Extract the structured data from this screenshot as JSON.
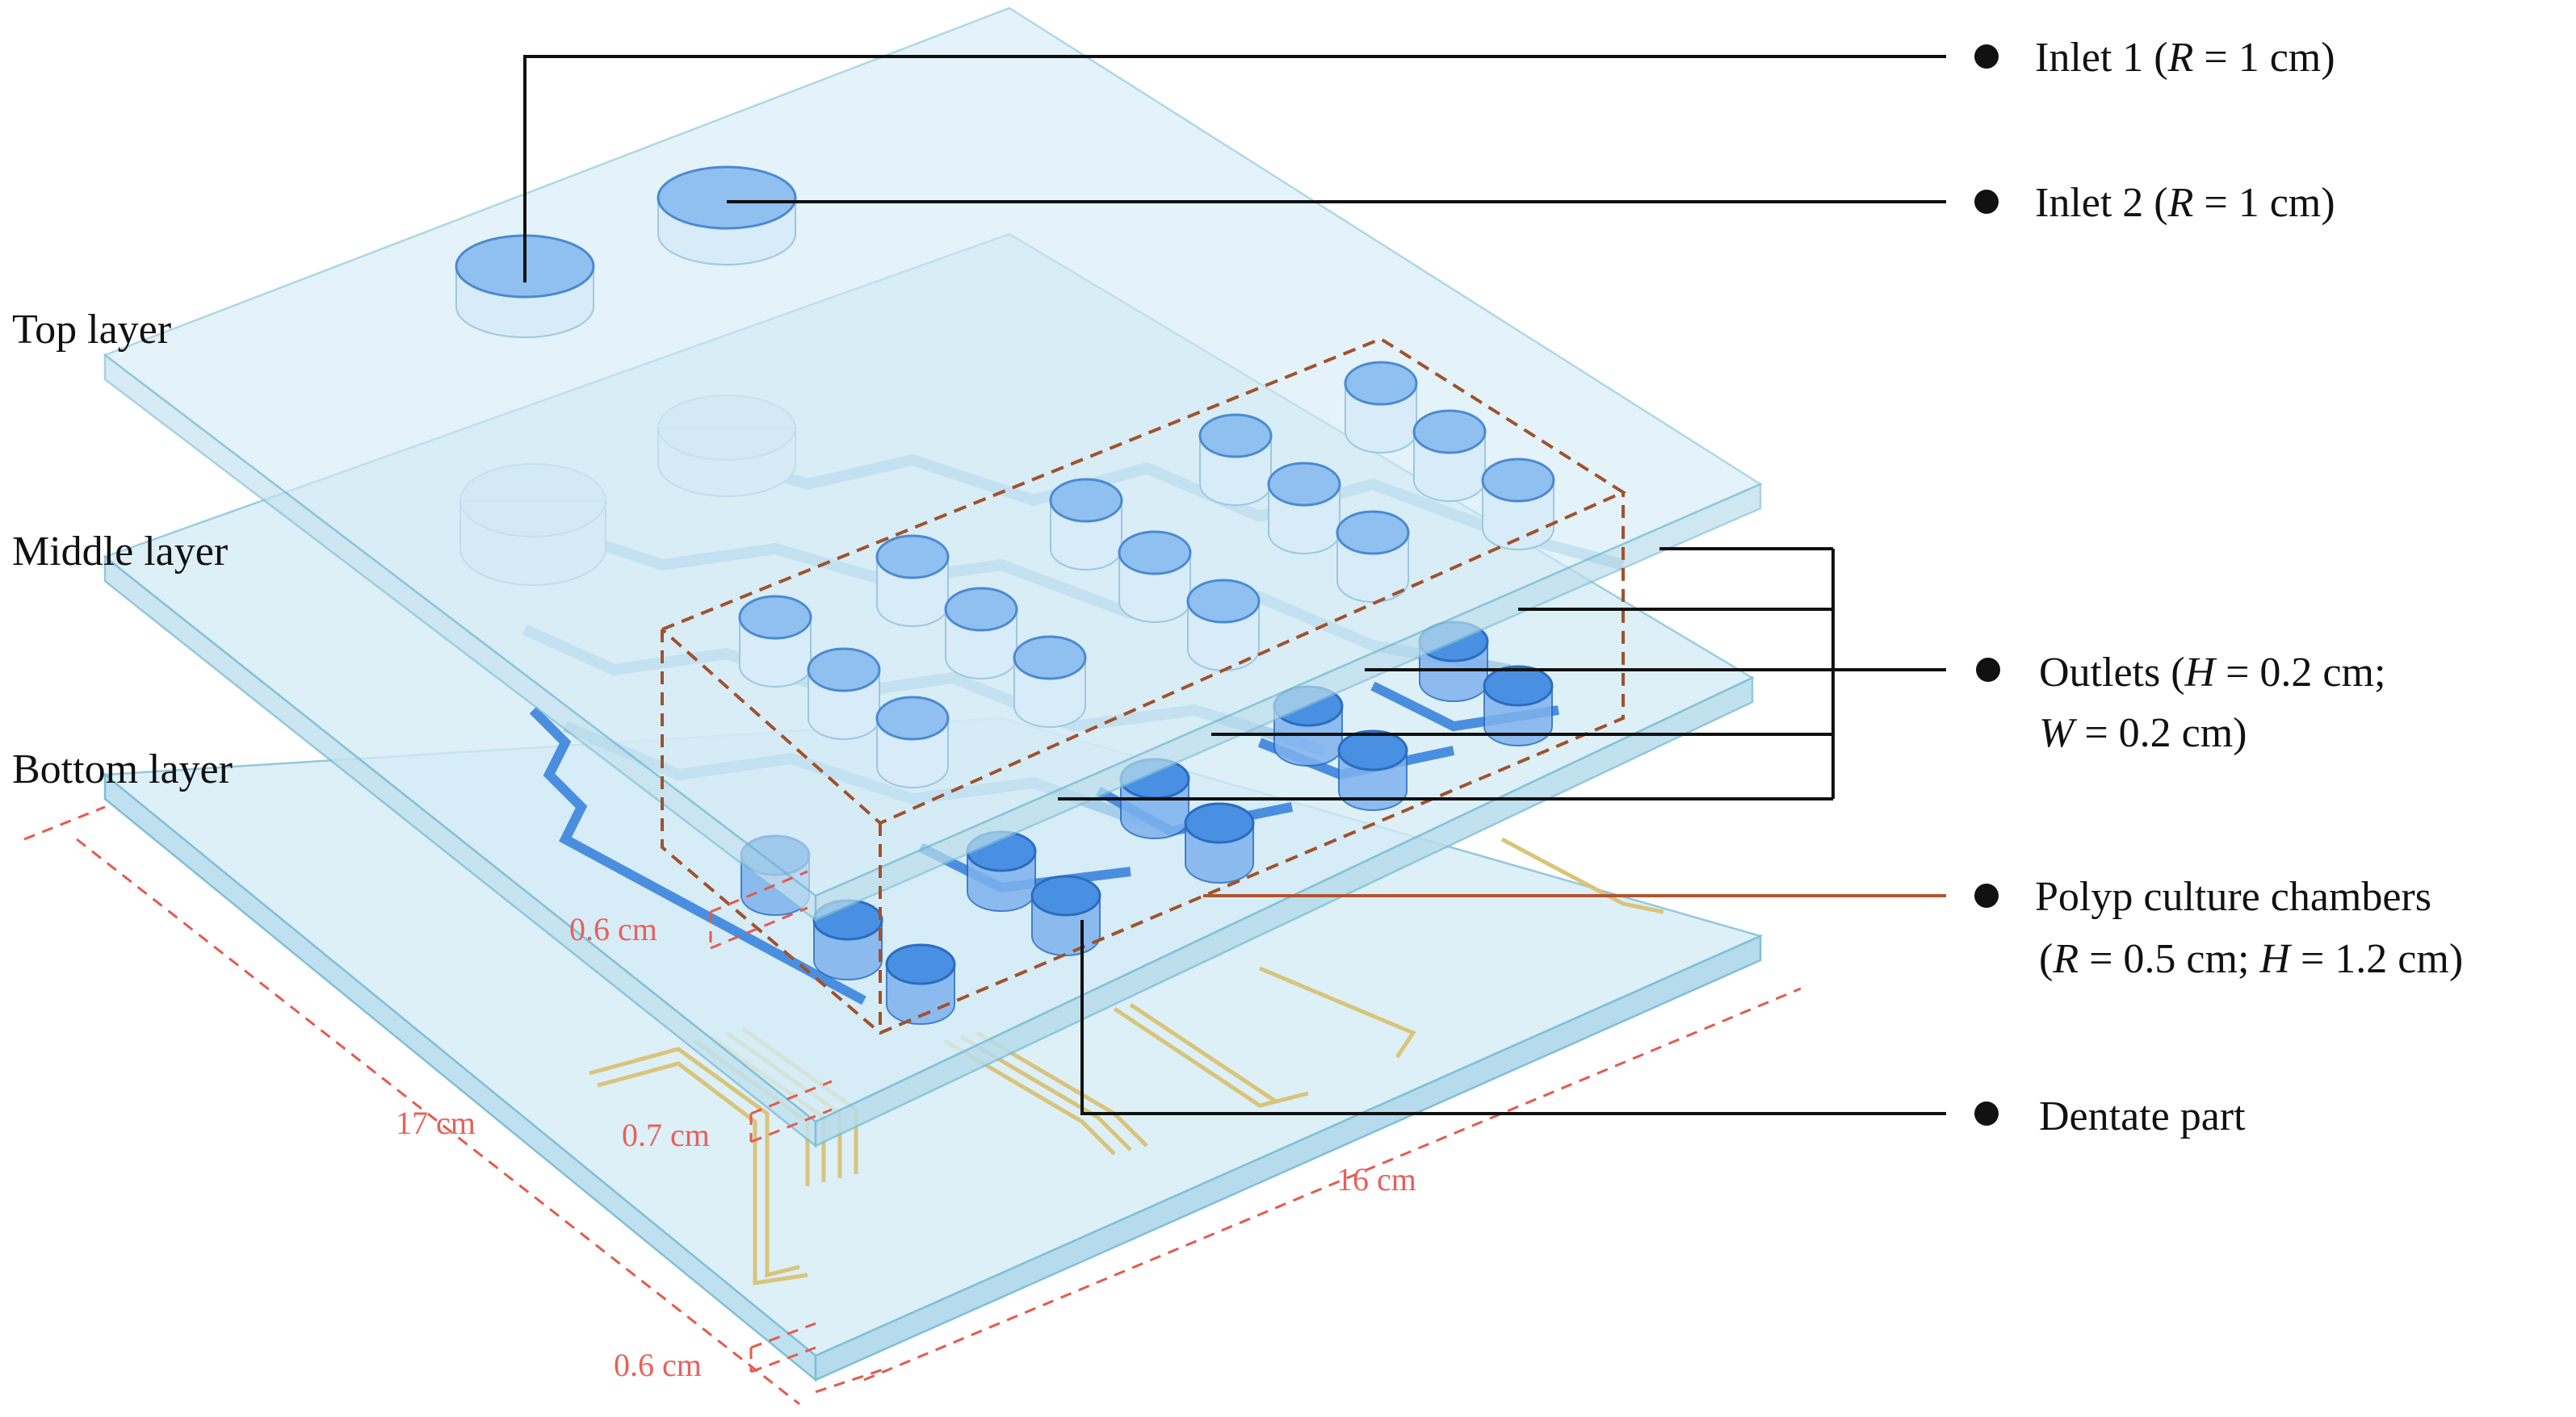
{
  "layers": {
    "top": "Top layer",
    "middle": "Middle layer",
    "bottom": "Bottom layer"
  },
  "callouts": {
    "inlet1": {
      "name": "Inlet 1 (",
      "var": "R",
      "rest": " = 1 cm)"
    },
    "inlet2": {
      "name": "Inlet 2 (",
      "var": "R",
      "rest": " = 1 cm)"
    },
    "outlets": {
      "line1_a": "Outlets (",
      "line1_var": "H",
      "line1_b": " = 0.2 cm;",
      "line2_var": "W",
      "line2_b": " = 0.2 cm)"
    },
    "chambers": {
      "line1": "Polyp culture chambers",
      "line2_a": "(",
      "line2_var1": "R",
      "line2_b": " = 0.5 cm; ",
      "line2_var2": "H",
      "line2_c": " = 1.2 cm)"
    },
    "dentate": "Dentate part"
  },
  "dimensions": {
    "length": "17 cm",
    "width": "16 cm",
    "thickness_bottom": "0.6 cm",
    "gap_middle": "0.7 cm",
    "chamber_layer": "0.6 cm"
  },
  "colors": {
    "plate_fill": "#d5ecf6",
    "chamber_blue": "#4a90e2",
    "dimension_red": "#e45a4e",
    "box_brown": "#a0522d",
    "electrode_gold": "#d9c47a"
  }
}
